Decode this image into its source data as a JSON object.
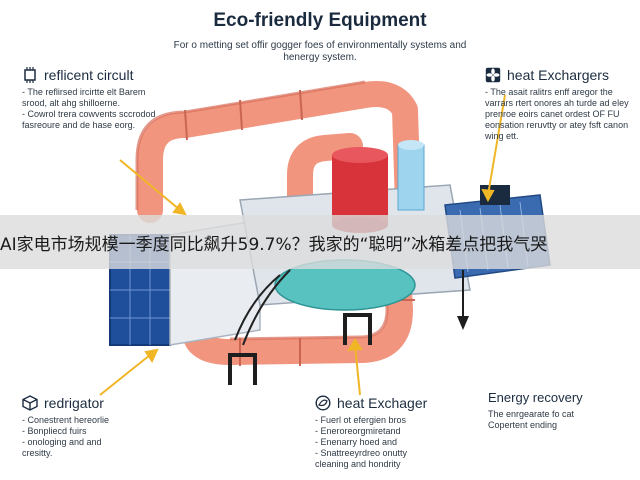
{
  "header": {
    "title": "Eco-friendly Equipment",
    "subtitle": "For o metting set offir gogger foes of environmentally systems and henergy system."
  },
  "callouts": {
    "top_left": {
      "title": "reflicent circult",
      "text": "- The reflirsed ircirtte elt Barem srood, alt ahg shilloerne.\n- Cowrol trera cowvents sccrodod fasreoure and de hase eorg."
    },
    "top_right": {
      "title": "heat Exchargers",
      "text": "- The asait ralitrs enff aregor the varrars rtert onores ah turde ad eley prenroe eoirs canet ordest OF FU eonsation reruvtty or atey fsft canon wing ett."
    },
    "bottom_left": {
      "title": "redrigator",
      "text": "- Conestrent hereorlie\n- Bonpliecd fuirs\n- onologing and and\n  cresitty."
    },
    "bottom_center": {
      "title": "heat Exchager",
      "text": "- Fuerl ot efergien bros\n- Eneroreorgmiretand\n- Enenarry hoed and\n- Snattreeyrdreo onutty\n  cleaning and hondrity"
    },
    "bottom_right": {
      "title": "Energy recovery",
      "text": "The enrgearate fo cat\nCopertent ending"
    }
  },
  "overlay": {
    "banner_text": "AI家电市场规模一季度同比飙升59.7%？我家的“聪明”冰箱差点把我气哭"
  },
  "colors": {
    "pipe": "#f1957f",
    "pipe_dark": "#d8705d",
    "tank_red": "#d8333a",
    "teal": "#57c2c0",
    "steel": "#d9dfe6",
    "solar": "#1f4e9a",
    "arrow_yellow": "#f0b626",
    "heading": "#1b2b3f"
  },
  "icons": [
    "circuit-chip-icon",
    "fan-icon",
    "cube-icon",
    "leaf-globe-icon"
  ]
}
